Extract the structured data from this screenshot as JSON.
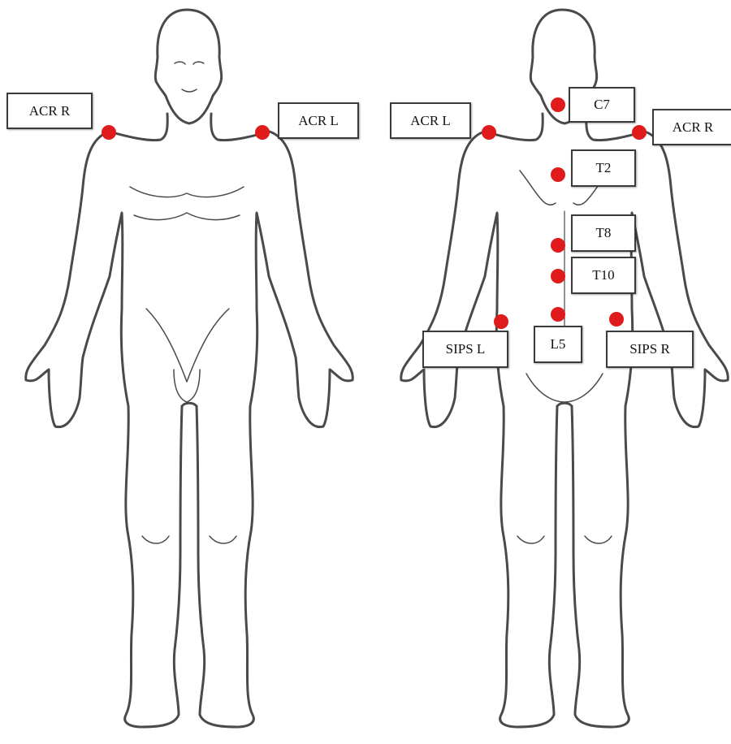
{
  "figure": {
    "front_view": {
      "labels": {
        "acr_right": "ACR R",
        "acr_left": "ACR L"
      }
    },
    "back_view": {
      "labels": {
        "acr_left": "ACR L",
        "acr_right": "ACR R",
        "c7": "C7",
        "t2": "T2",
        "t8": "T8",
        "t10": "T10",
        "l5": "L5",
        "sips_left": "SIPS L",
        "sips_right": "SIPS R"
      }
    },
    "marker_color": "#e01b1b"
  }
}
